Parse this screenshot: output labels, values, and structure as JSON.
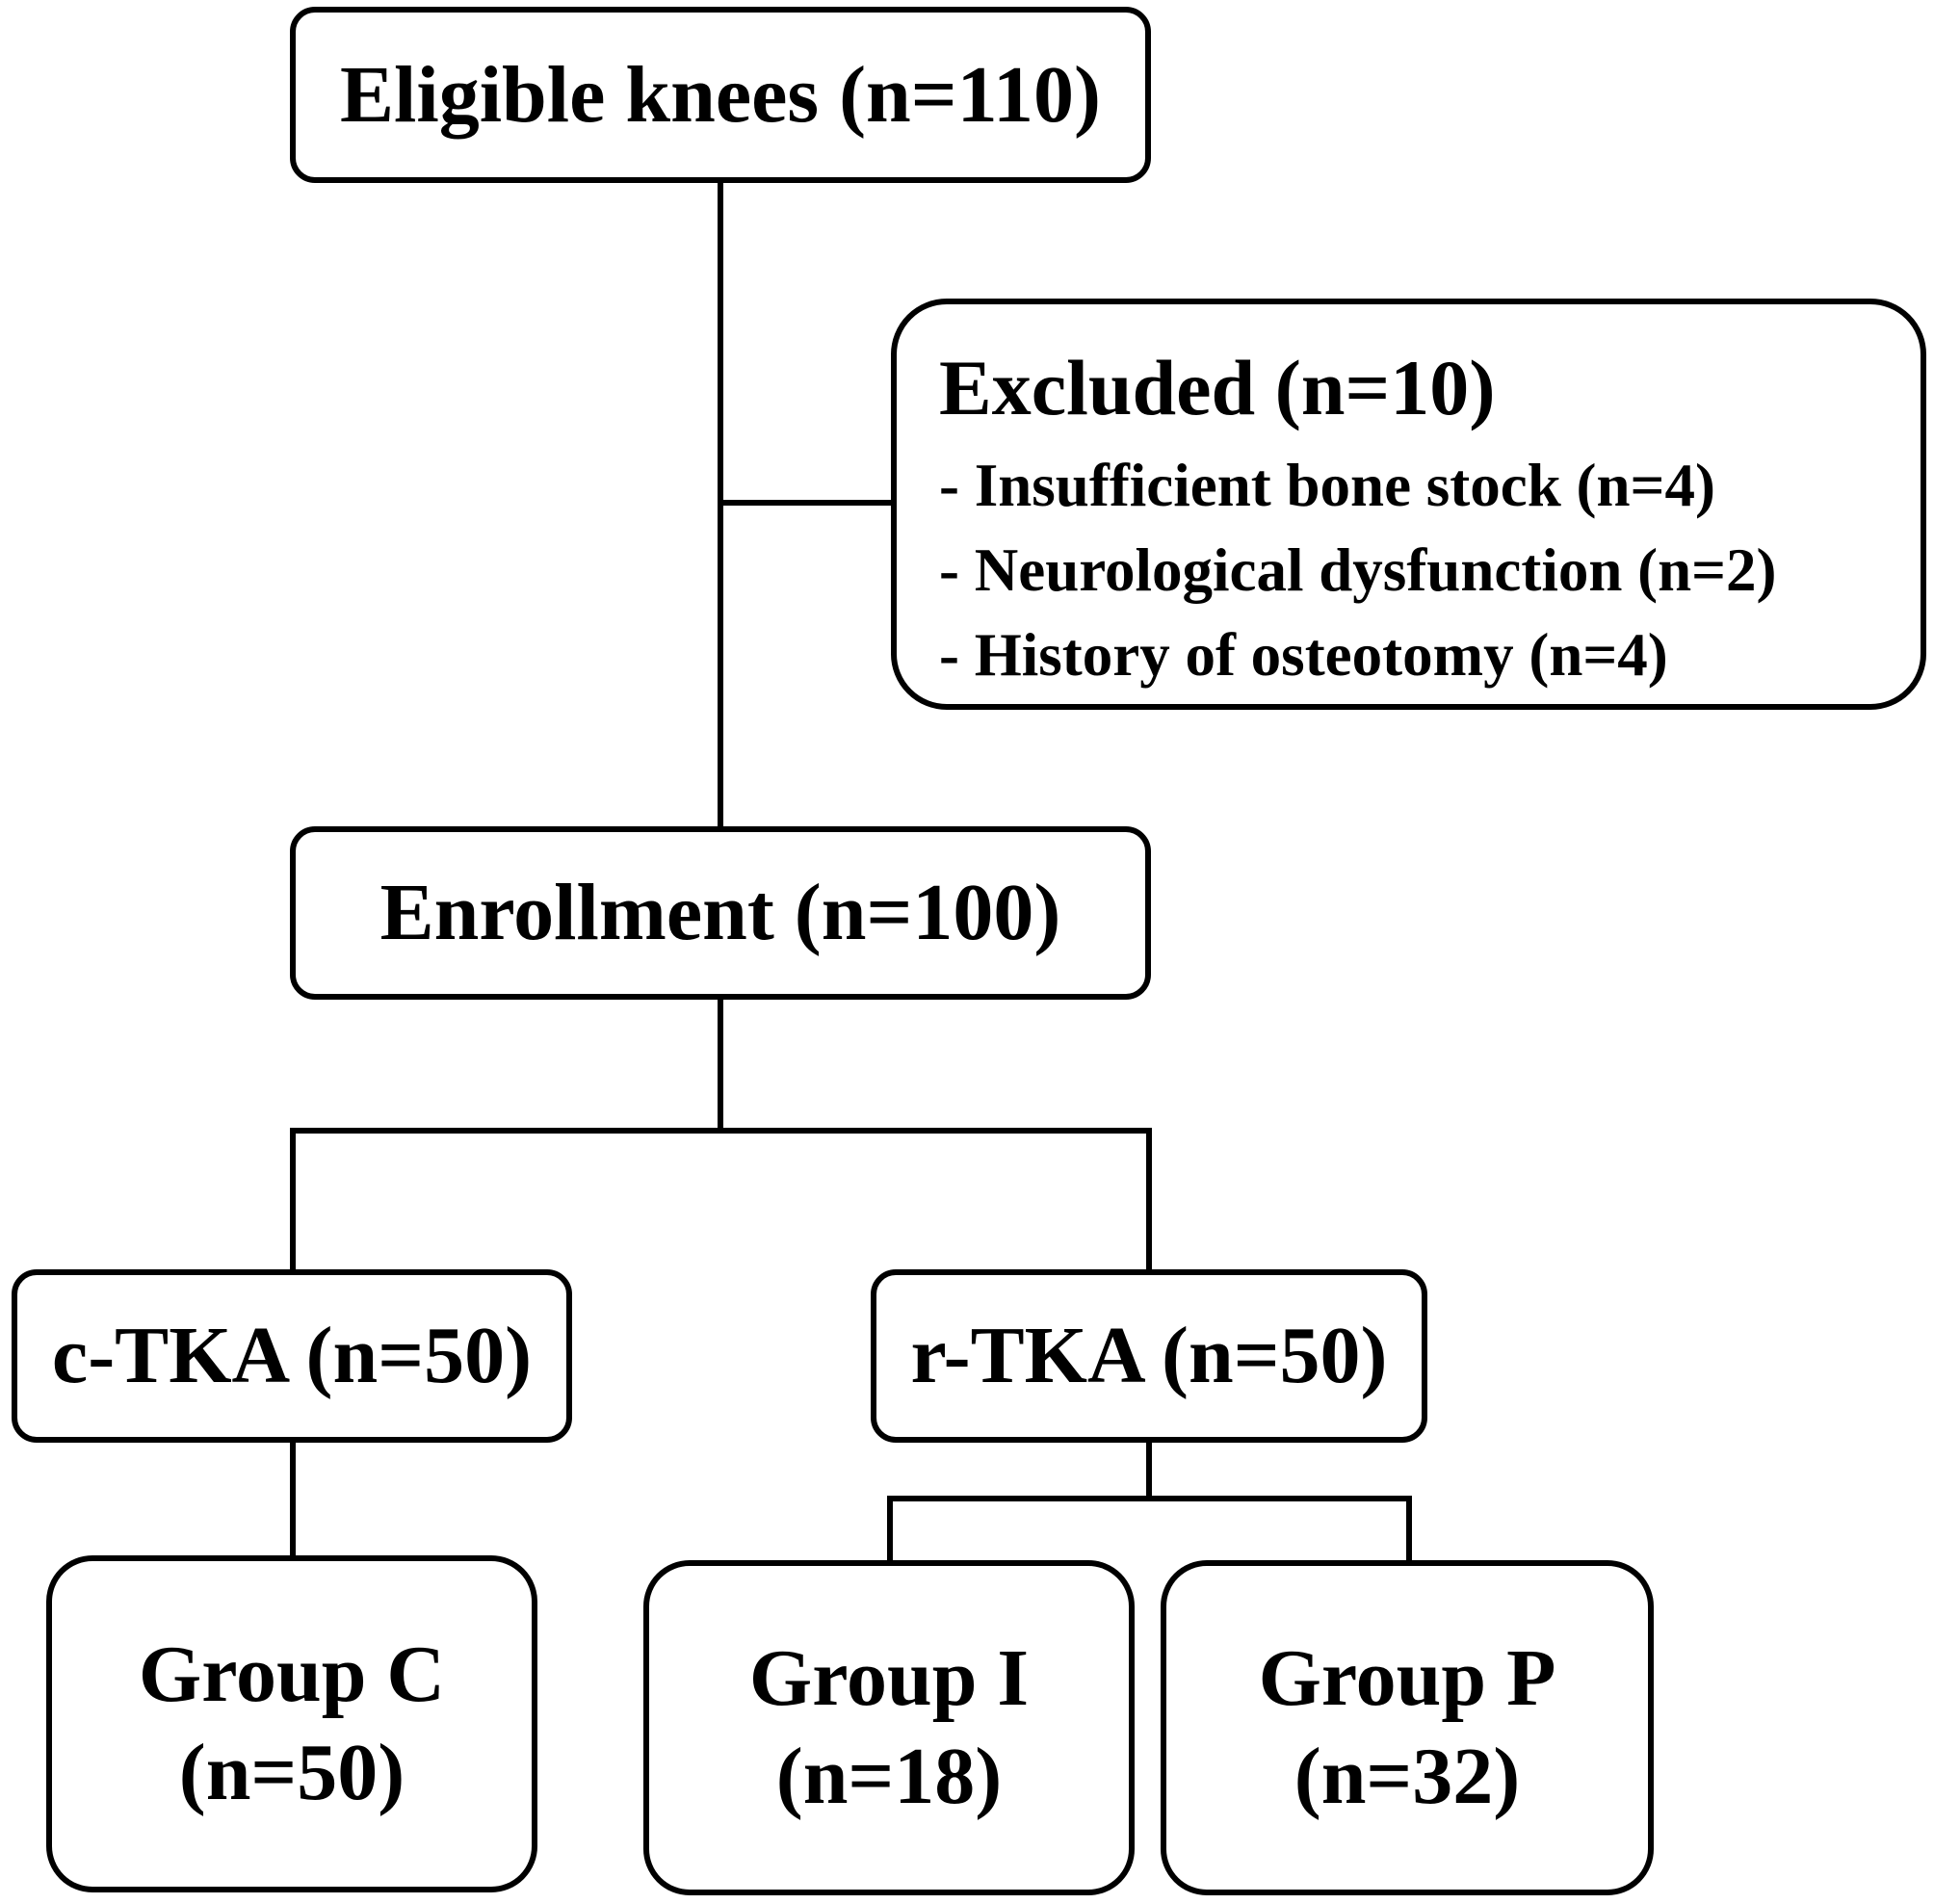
{
  "nodes": {
    "eligible": "Eligible knees (n=110)",
    "excluded": {
      "title": "Excluded (n=10)",
      "items": [
        "- Insufficient bone stock (n=4)",
        "- Neurological dysfunction (n=2)",
        "- History of osteotomy (n=4)"
      ]
    },
    "enrollment": "Enrollment (n=100)",
    "c_tka": "c-TKA (n=50)",
    "r_tka": "r-TKA (n=50)",
    "group_c": {
      "name": "Group C",
      "count": "(n=50)"
    },
    "group_i": {
      "name": "Group I",
      "count": "(n=18)"
    },
    "group_p": {
      "name": "Group P",
      "count": "(n=32)"
    }
  },
  "edges": [
    {
      "from": "eligible",
      "to": "excluded"
    },
    {
      "from": "eligible",
      "to": "enrollment"
    },
    {
      "from": "enrollment",
      "to": "c_tka"
    },
    {
      "from": "enrollment",
      "to": "r_tka"
    },
    {
      "from": "c_tka",
      "to": "group_c"
    },
    {
      "from": "r_tka",
      "to": "group_i"
    },
    {
      "from": "r_tka",
      "to": "group_p"
    }
  ]
}
